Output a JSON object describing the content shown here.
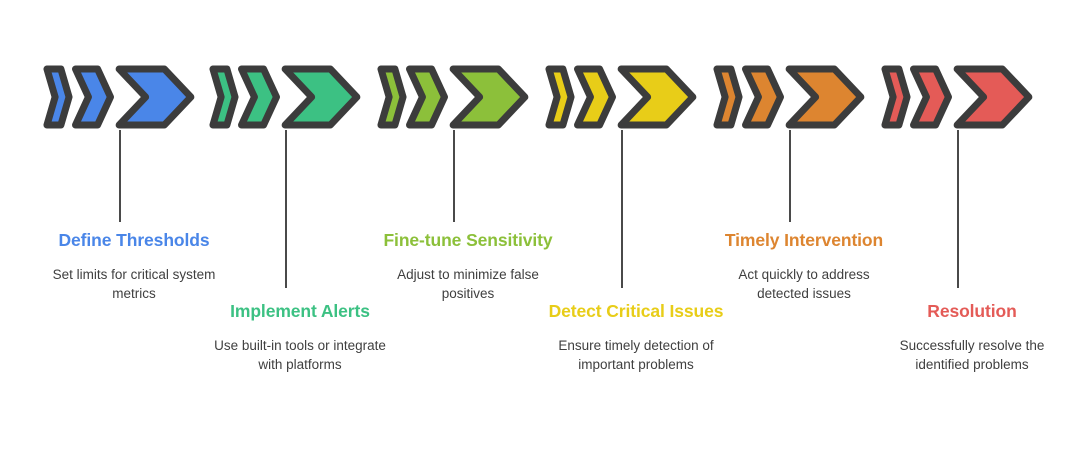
{
  "diagram": {
    "type": "process-flow-chevron",
    "orientation": "horizontal",
    "background_color": "#ffffff",
    "chevron_outline_color": "#3c3c3c",
    "connector_color": "#4a4a4a",
    "description_color": "#3f3f3f",
    "steps": [
      {
        "index": 1,
        "title": "Define Thresholds",
        "title_line_1": "Define",
        "title_line_2": "Thresholds",
        "description": "Set limits for critical system metrics",
        "description_line_1": "Set limits for critical",
        "description_line_2": "system metrics",
        "color": "#4a86e8",
        "stagger": "high"
      },
      {
        "index": 2,
        "title": "Implement Alerts",
        "title_line_1": "Implement",
        "title_line_2": "Alerts",
        "description": "Use built-in tools or integrate with platforms",
        "description_line_1": "Use built-in tools or",
        "description_line_2": "integrate with",
        "description_line_3": "platforms",
        "color": "#3cc183",
        "stagger": "low"
      },
      {
        "index": 3,
        "title": "Fine-tune Sensitivity",
        "title_line_1": "Fine-tune",
        "title_line_2": "Sensitivity",
        "description": "Adjust to minimize false positives",
        "description_line_1": "Adjust to minimize",
        "description_line_2": "false positives",
        "color": "#8cc03a",
        "stagger": "high"
      },
      {
        "index": 4,
        "title": "Detect Critical Issues",
        "title_line_1": "Detect Critical",
        "title_line_2": "Issues",
        "description": "Ensure timely detection of important problems",
        "description_line_1": "Ensure timely",
        "description_line_2": "detection of",
        "description_line_3": "important problems",
        "color": "#e8cd18",
        "stagger": "low"
      },
      {
        "index": 5,
        "title": "Timely Intervention",
        "title_line_1": "Timely",
        "title_line_2": "Intervention",
        "description": "Act quickly to address detected issues",
        "description_line_1": "Act quickly to",
        "description_line_2": "address detected",
        "description_line_3": "issues",
        "color": "#dd8530",
        "stagger": "high"
      },
      {
        "index": 6,
        "title": "Resolution",
        "title_line_1": "Resolution",
        "title_line_2": "",
        "description": "Successfully resolve the identified problems",
        "description_line_1": "Successfully resolve",
        "description_line_2": "the identified",
        "description_line_3": "problems",
        "color": "#e45b57",
        "stagger": "low"
      }
    ]
  }
}
